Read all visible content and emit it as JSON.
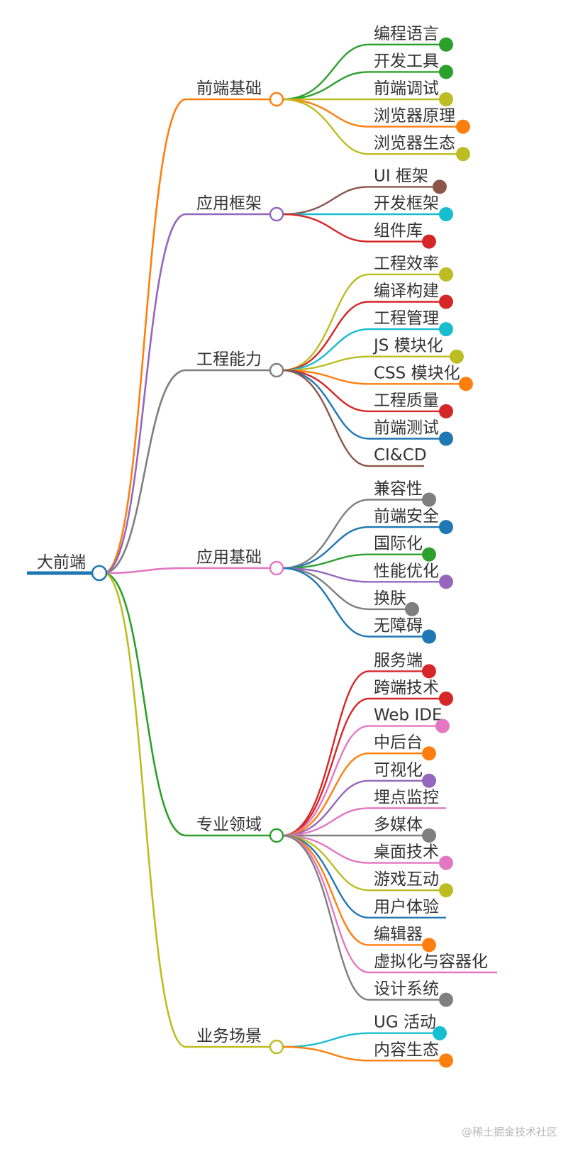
{
  "root": {
    "label": "大前端",
    "color": "#1f77b4"
  },
  "watermark": "@稀土掘金技术社区",
  "branches": [
    {
      "label": "前端基础",
      "color": "#ff7f0e",
      "children": [
        {
          "label": "编程语言",
          "color": "#2ca02c",
          "dot": true
        },
        {
          "label": "开发工具",
          "color": "#2ca02c",
          "dot": true
        },
        {
          "label": "前端调试",
          "color": "#bcbd22",
          "dot": true
        },
        {
          "label": "浏览器原理",
          "color": "#ff7f0e",
          "dot": true
        },
        {
          "label": "浏览器生态",
          "color": "#bcbd22",
          "dot": true
        }
      ]
    },
    {
      "label": "应用框架",
      "color": "#9467bd",
      "children": [
        {
          "label": "UI 框架",
          "color": "#8c564b",
          "dot": true
        },
        {
          "label": "开发框架",
          "color": "#17becf",
          "dot": true
        },
        {
          "label": "组件库",
          "color": "#d62728",
          "dot": true
        }
      ]
    },
    {
      "label": "工程能力",
      "color": "#7f7f7f",
      "children": [
        {
          "label": "工程效率",
          "color": "#bcbd22",
          "dot": true
        },
        {
          "label": "编译构建",
          "color": "#d62728",
          "dot": true
        },
        {
          "label": "工程管理",
          "color": "#17becf",
          "dot": true
        },
        {
          "label": "JS 模块化",
          "color": "#bcbd22",
          "dot": true
        },
        {
          "label": "CSS 模块化",
          "color": "#ff7f0e",
          "dot": true
        },
        {
          "label": "工程质量",
          "color": "#d62728",
          "dot": true
        },
        {
          "label": "前端测试",
          "color": "#1f77b4",
          "dot": true
        },
        {
          "label": "CI&CD",
          "color": "#8c564b",
          "dot": false
        }
      ]
    },
    {
      "label": "应用基础",
      "color": "#e377c2",
      "children": [
        {
          "label": "兼容性",
          "color": "#7f7f7f",
          "dot": true
        },
        {
          "label": "前端安全",
          "color": "#1f77b4",
          "dot": true
        },
        {
          "label": "国际化",
          "color": "#2ca02c",
          "dot": true
        },
        {
          "label": "性能优化",
          "color": "#9467bd",
          "dot": true
        },
        {
          "label": "换肤",
          "color": "#7f7f7f",
          "dot": true
        },
        {
          "label": "无障碍",
          "color": "#1f77b4",
          "dot": true
        }
      ]
    },
    {
      "label": "专业领域",
      "color": "#2ca02c",
      "children": [
        {
          "label": "服务端",
          "color": "#d62728",
          "dot": true
        },
        {
          "label": "跨端技术",
          "color": "#d62728",
          "dot": true
        },
        {
          "label": "Web IDE",
          "color": "#e377c2",
          "dot": true
        },
        {
          "label": "中后台",
          "color": "#ff7f0e",
          "dot": true
        },
        {
          "label": "可视化",
          "color": "#9467bd",
          "dot": true
        },
        {
          "label": "埋点监控",
          "color": "#e377c2",
          "dot": false
        },
        {
          "label": "多媒体",
          "color": "#7f7f7f",
          "dot": true
        },
        {
          "label": "桌面技术",
          "color": "#e377c2",
          "dot": true
        },
        {
          "label": "游戏互动",
          "color": "#bcbd22",
          "dot": true
        },
        {
          "label": "用户体验",
          "color": "#1f77b4",
          "dot": false
        },
        {
          "label": "编辑器",
          "color": "#ff7f0e",
          "dot": true
        },
        {
          "label": "虚拟化与容器化",
          "color": "#e377c2",
          "dot": false
        },
        {
          "label": "设计系统",
          "color": "#7f7f7f",
          "dot": true
        }
      ]
    },
    {
      "label": "业务场景",
      "color": "#bcbd22",
      "children": [
        {
          "label": "UG 活动",
          "color": "#17becf",
          "dot": true
        },
        {
          "label": "内容生态",
          "color": "#ff7f0e",
          "dot": true
        }
      ]
    }
  ]
}
